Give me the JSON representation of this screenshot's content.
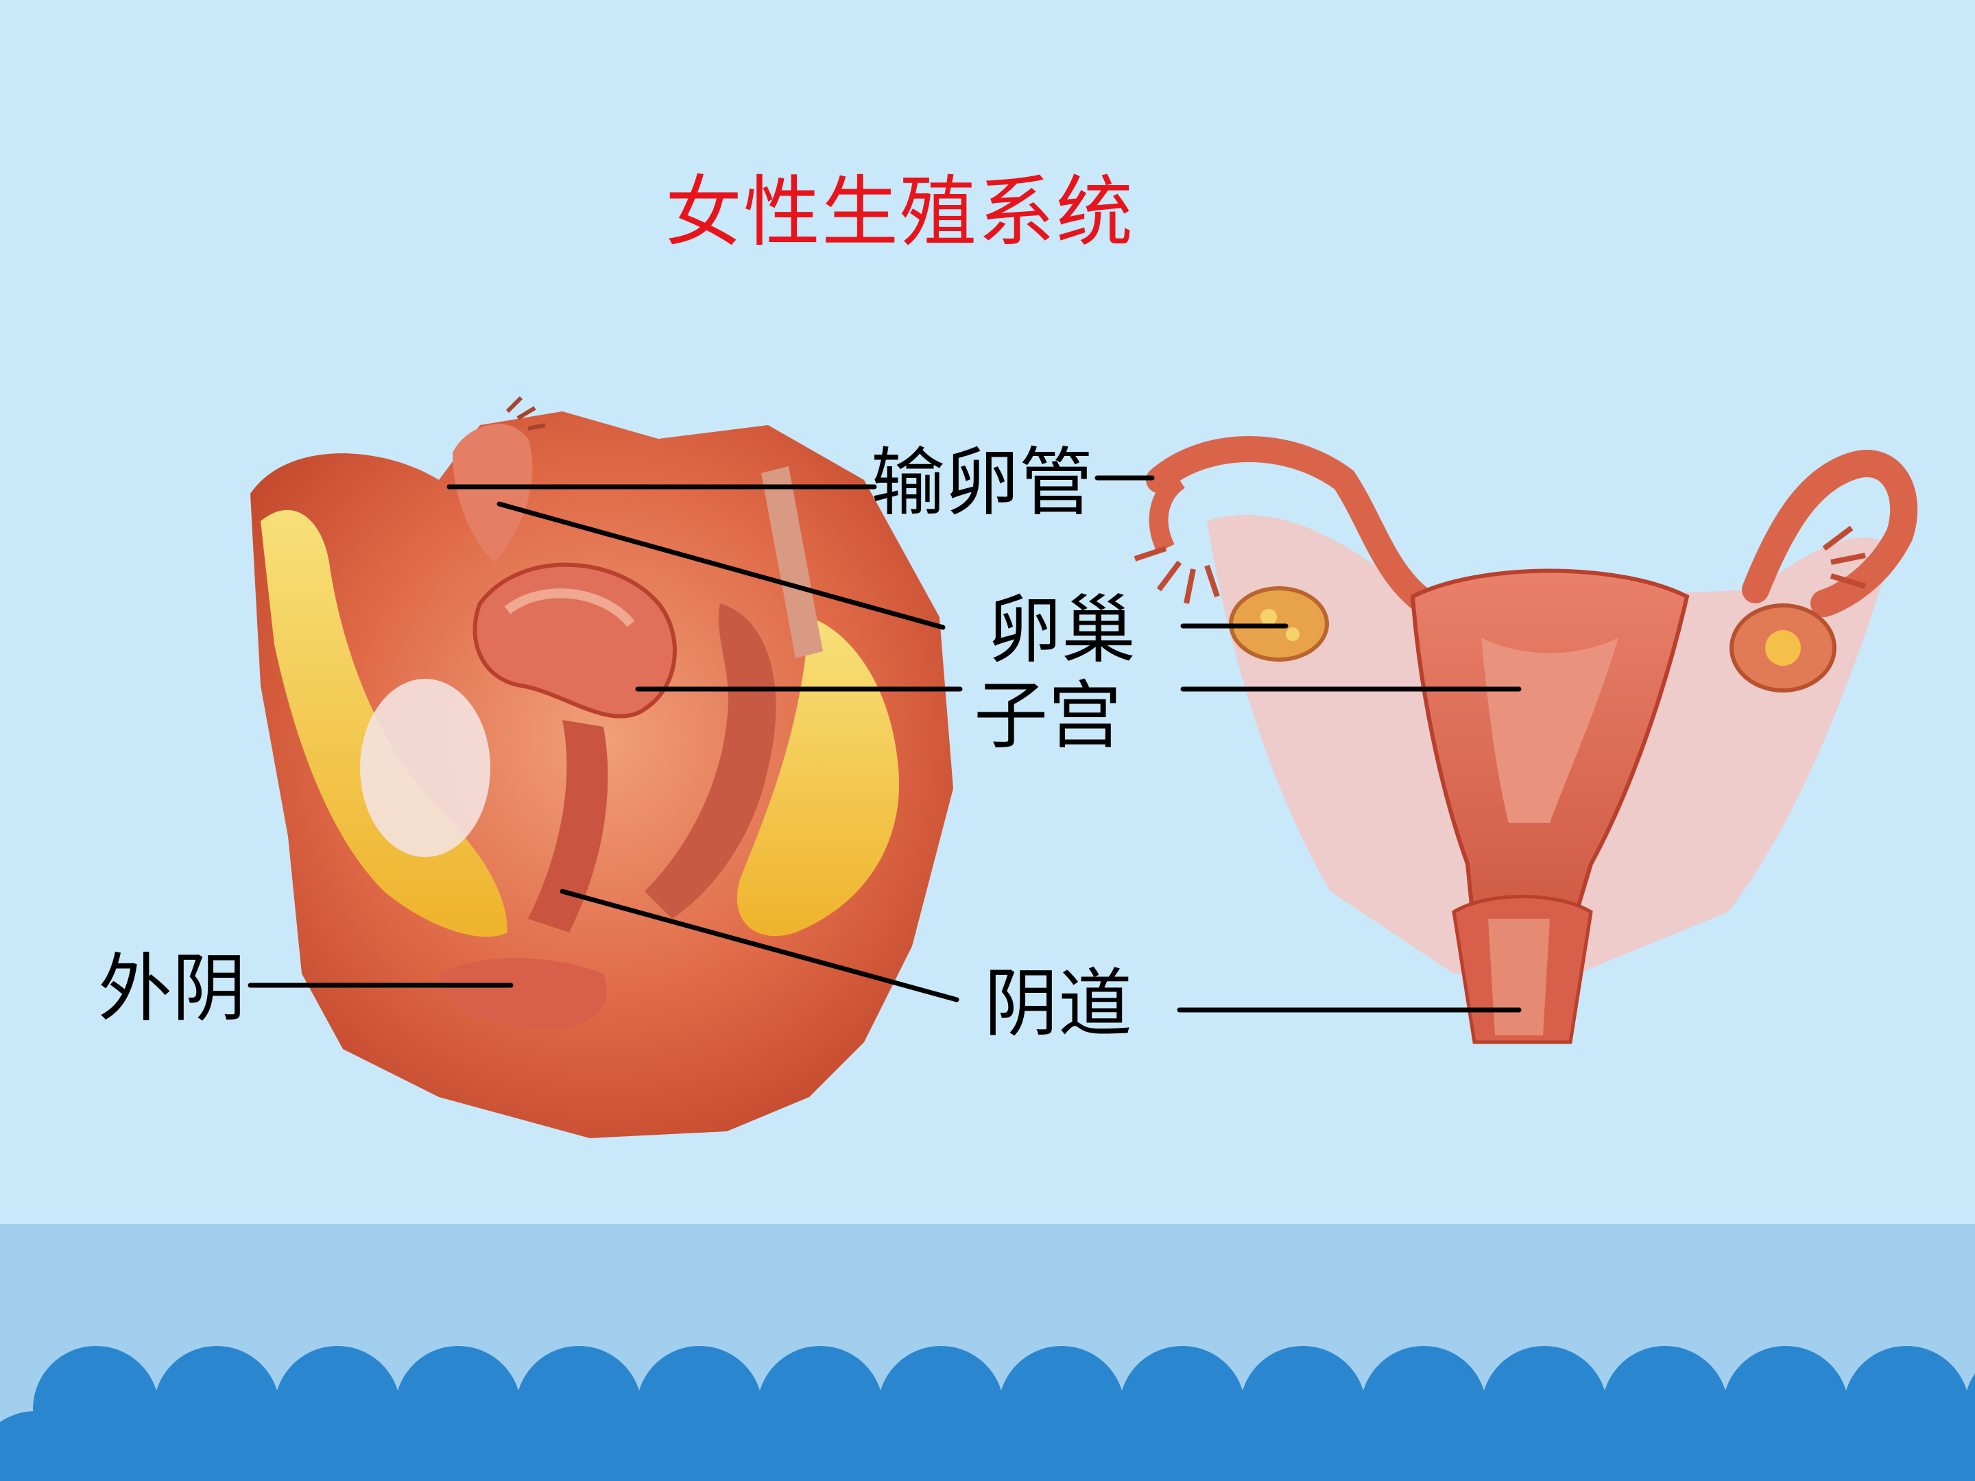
{
  "slide": {
    "title": "女性生殖系统",
    "labels": {
      "oviduct": "输卵管",
      "ovary": "卵巢",
      "uterus": "子宫",
      "vulva": "外阴",
      "vagina": "阴道"
    }
  },
  "colors": {
    "background": "#c9e8f9",
    "title": "#e8141c",
    "footer_band": "#a3cfef",
    "scallop": "#2a86cf",
    "tissue": "#d9543a",
    "fat": "#f2c63a"
  }
}
